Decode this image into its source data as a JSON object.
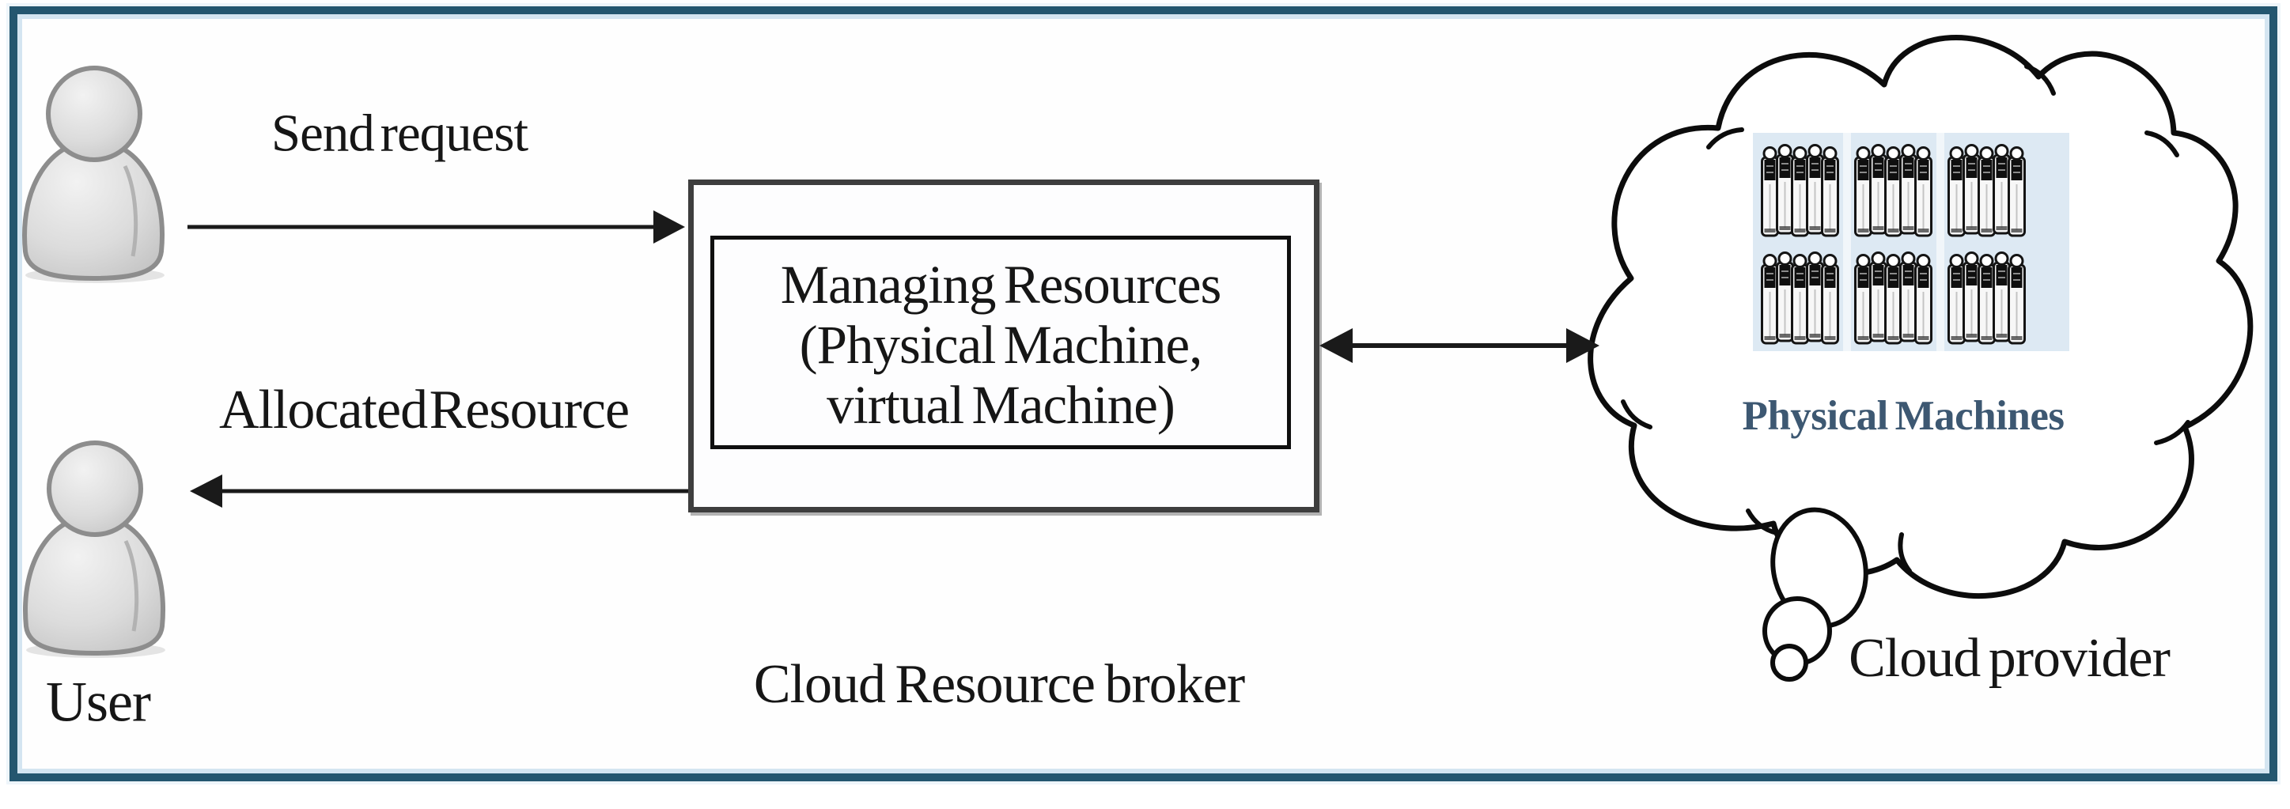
{
  "labels": {
    "send_request": "Send request",
    "allocated_resource": "Allocated Resource",
    "user": "User",
    "broker_caption": "Cloud Resource broker",
    "cloud_caption": "Cloud provider",
    "physical_machines": "Physical Machines"
  },
  "broker_box_lines": [
    "Managing Resources",
    "(Physical Machine,",
    "virtual Machine)"
  ],
  "icons": {
    "user_top": "person-icon",
    "user_bottom": "person-icon",
    "cloud": "cloud-outline",
    "server_rack": "server-tower-icon",
    "arrows": [
      "send-request-arrow",
      "allocated-resource-arrow",
      "broker-provider-double-arrow"
    ]
  },
  "colors": {
    "frame_border": "#24566f",
    "frame_inner_line": "#d4e5f1",
    "outer_box_border": "#3e3e3e",
    "inner_box_border": "#0f0f0f",
    "arrow": "#1a1a1a",
    "text": "#161616",
    "physical_machines_text": "#3d5872",
    "rack_panel": "#dde9f3",
    "user_icon_fill": "#d9d9d9",
    "user_icon_stroke": "#8d8d8d"
  }
}
